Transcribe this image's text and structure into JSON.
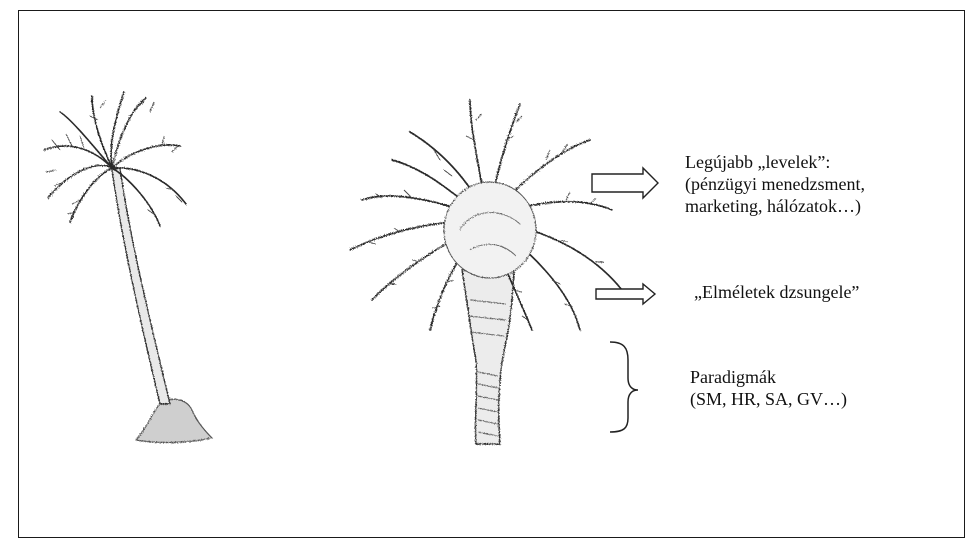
{
  "figure": {
    "labels": {
      "leaves": {
        "line1": "Legújabb „levelek”:",
        "line2": "(pénzügyi menedzsment,",
        "line3": "marketing, hálózatok…)"
      },
      "jungle": "„Elméletek dzsungele”",
      "paradigms": {
        "line1": "Paradigmák",
        "line2": "(SM, HR, SA, GV…)"
      }
    },
    "illustration": {
      "left_tree": "palm-tree-sketch",
      "right_tree": "palm-tree-sketch",
      "ink_color": "#2b2b2b",
      "base_color": "#9a9a9a"
    }
  }
}
